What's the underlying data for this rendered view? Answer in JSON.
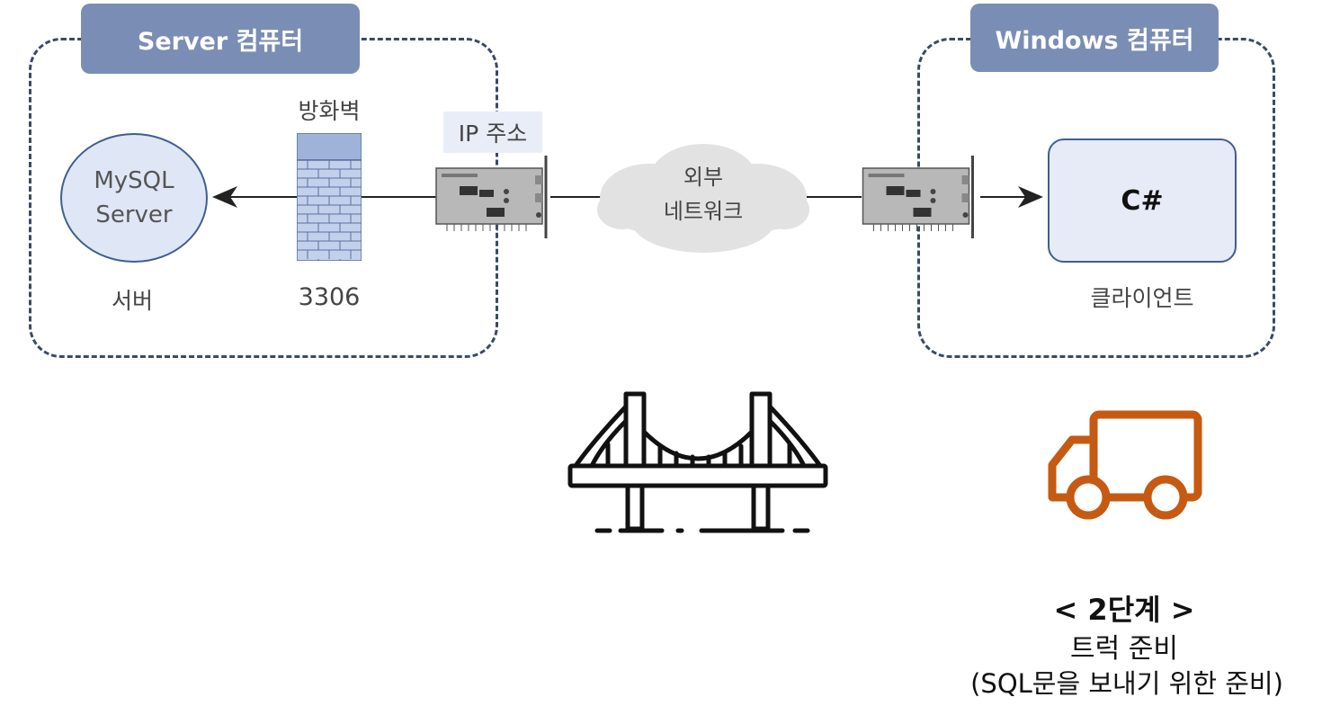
{
  "server_box": {
    "title": "Server 컴퓨터"
  },
  "windows_box": {
    "title": "Windows 컴퓨터"
  },
  "mysql": {
    "line1": "MySQL",
    "line2": "Server",
    "caption": "서버"
  },
  "firewall": {
    "title": "방화벽",
    "port": "3306"
  },
  "ip_label": "IP 주소",
  "network": {
    "line1": "외부",
    "line2": "네트워크"
  },
  "client": {
    "label": "C#",
    "caption": "클라이언트"
  },
  "step": {
    "title": "< 2단계 >",
    "line1": "트럭 준비",
    "line2": "(SQL문을 보내기 위한 준비)"
  },
  "icons": {
    "bridge": "bridge-icon",
    "truck": "truck-icon",
    "nic": "network-card-icon",
    "firewall": "firewall-icon"
  },
  "colors": {
    "accent": "#7a8db5",
    "box_border": "#3a4a66",
    "truck": "#c65a12"
  }
}
